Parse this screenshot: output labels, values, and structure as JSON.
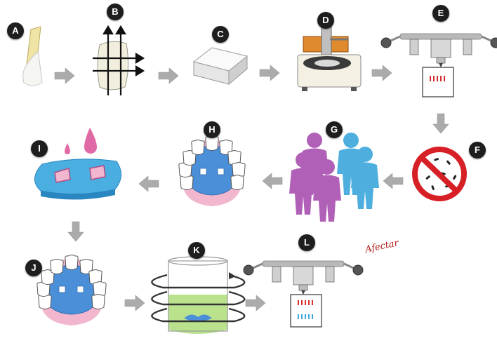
{
  "steps": {
    "a": "A",
    "b": "B",
    "c": "C",
    "d": "D",
    "e": "E",
    "f": "F",
    "g": "G",
    "h": "H",
    "i": "I",
    "j": "J",
    "k": "K",
    "l": "L"
  },
  "colors": {
    "arrow": "#a9a9a9",
    "palate_blue": "#4a8fd8",
    "gingiva_pink": "#f2b6cf",
    "drop_pink": "#e06aa6",
    "person_purple": "#a94fb0",
    "person_blue": "#3ba7dc",
    "bath_green": "#aedd78",
    "prohibit_red": "#d71f26",
    "signature": "#b31818"
  },
  "icons": {
    "a": "tooth-crown-icon",
    "b": "measurement-grid-icon",
    "c": "specimen-block-icon",
    "d": "polishing-machine-icon",
    "e": "profilometer-icon",
    "f": "no-bacteria-icon",
    "g": "volunteers-icon",
    "h": "maxillary-appliance-icon",
    "i": "surface-contamination-icon",
    "j": "maxillary-appliance-icon",
    "k": "ultrasonic-bath-icon",
    "l": "profilometer-icon"
  },
  "signature": "Afectar"
}
